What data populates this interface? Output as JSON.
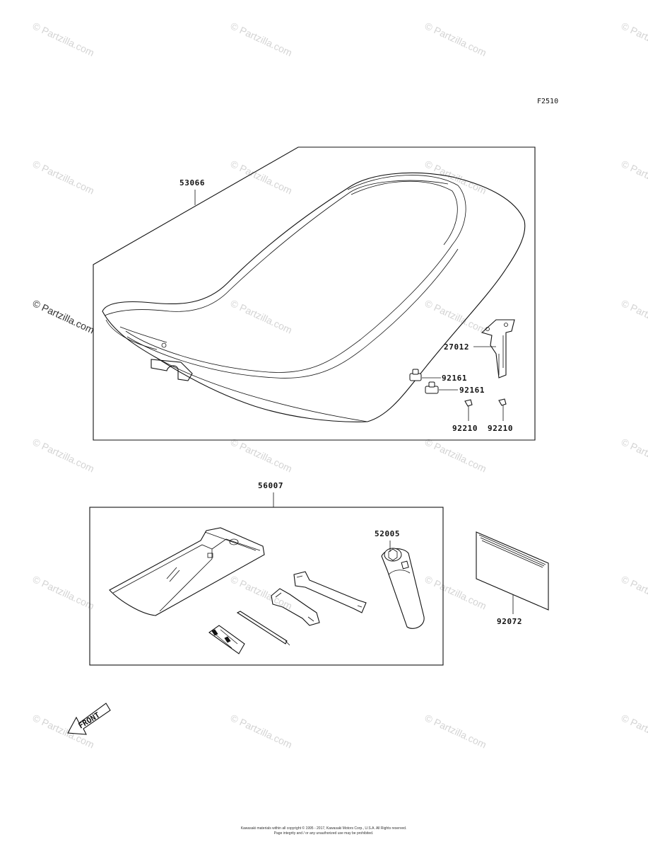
{
  "figure_code": "F2510",
  "watermark_text": "© Partzilla.com",
  "parts": {
    "seat": "53066",
    "bracket": "27012",
    "damper_a": "92161",
    "damper_b": "92161",
    "screw_a": "92210",
    "screw_b": "92210",
    "tool_kit": "56007",
    "tool_grip": "52005",
    "manual": "92072"
  },
  "front_marker": "FRONT",
  "copyright": {
    "line1": "Kawasaki materials within all copyright © 1995 - 2017, Kawasaki Motors Corp., U.S.A. All Rights reserved.",
    "line2": "Page integrity and / or any unauthorized use may be prohibited."
  }
}
